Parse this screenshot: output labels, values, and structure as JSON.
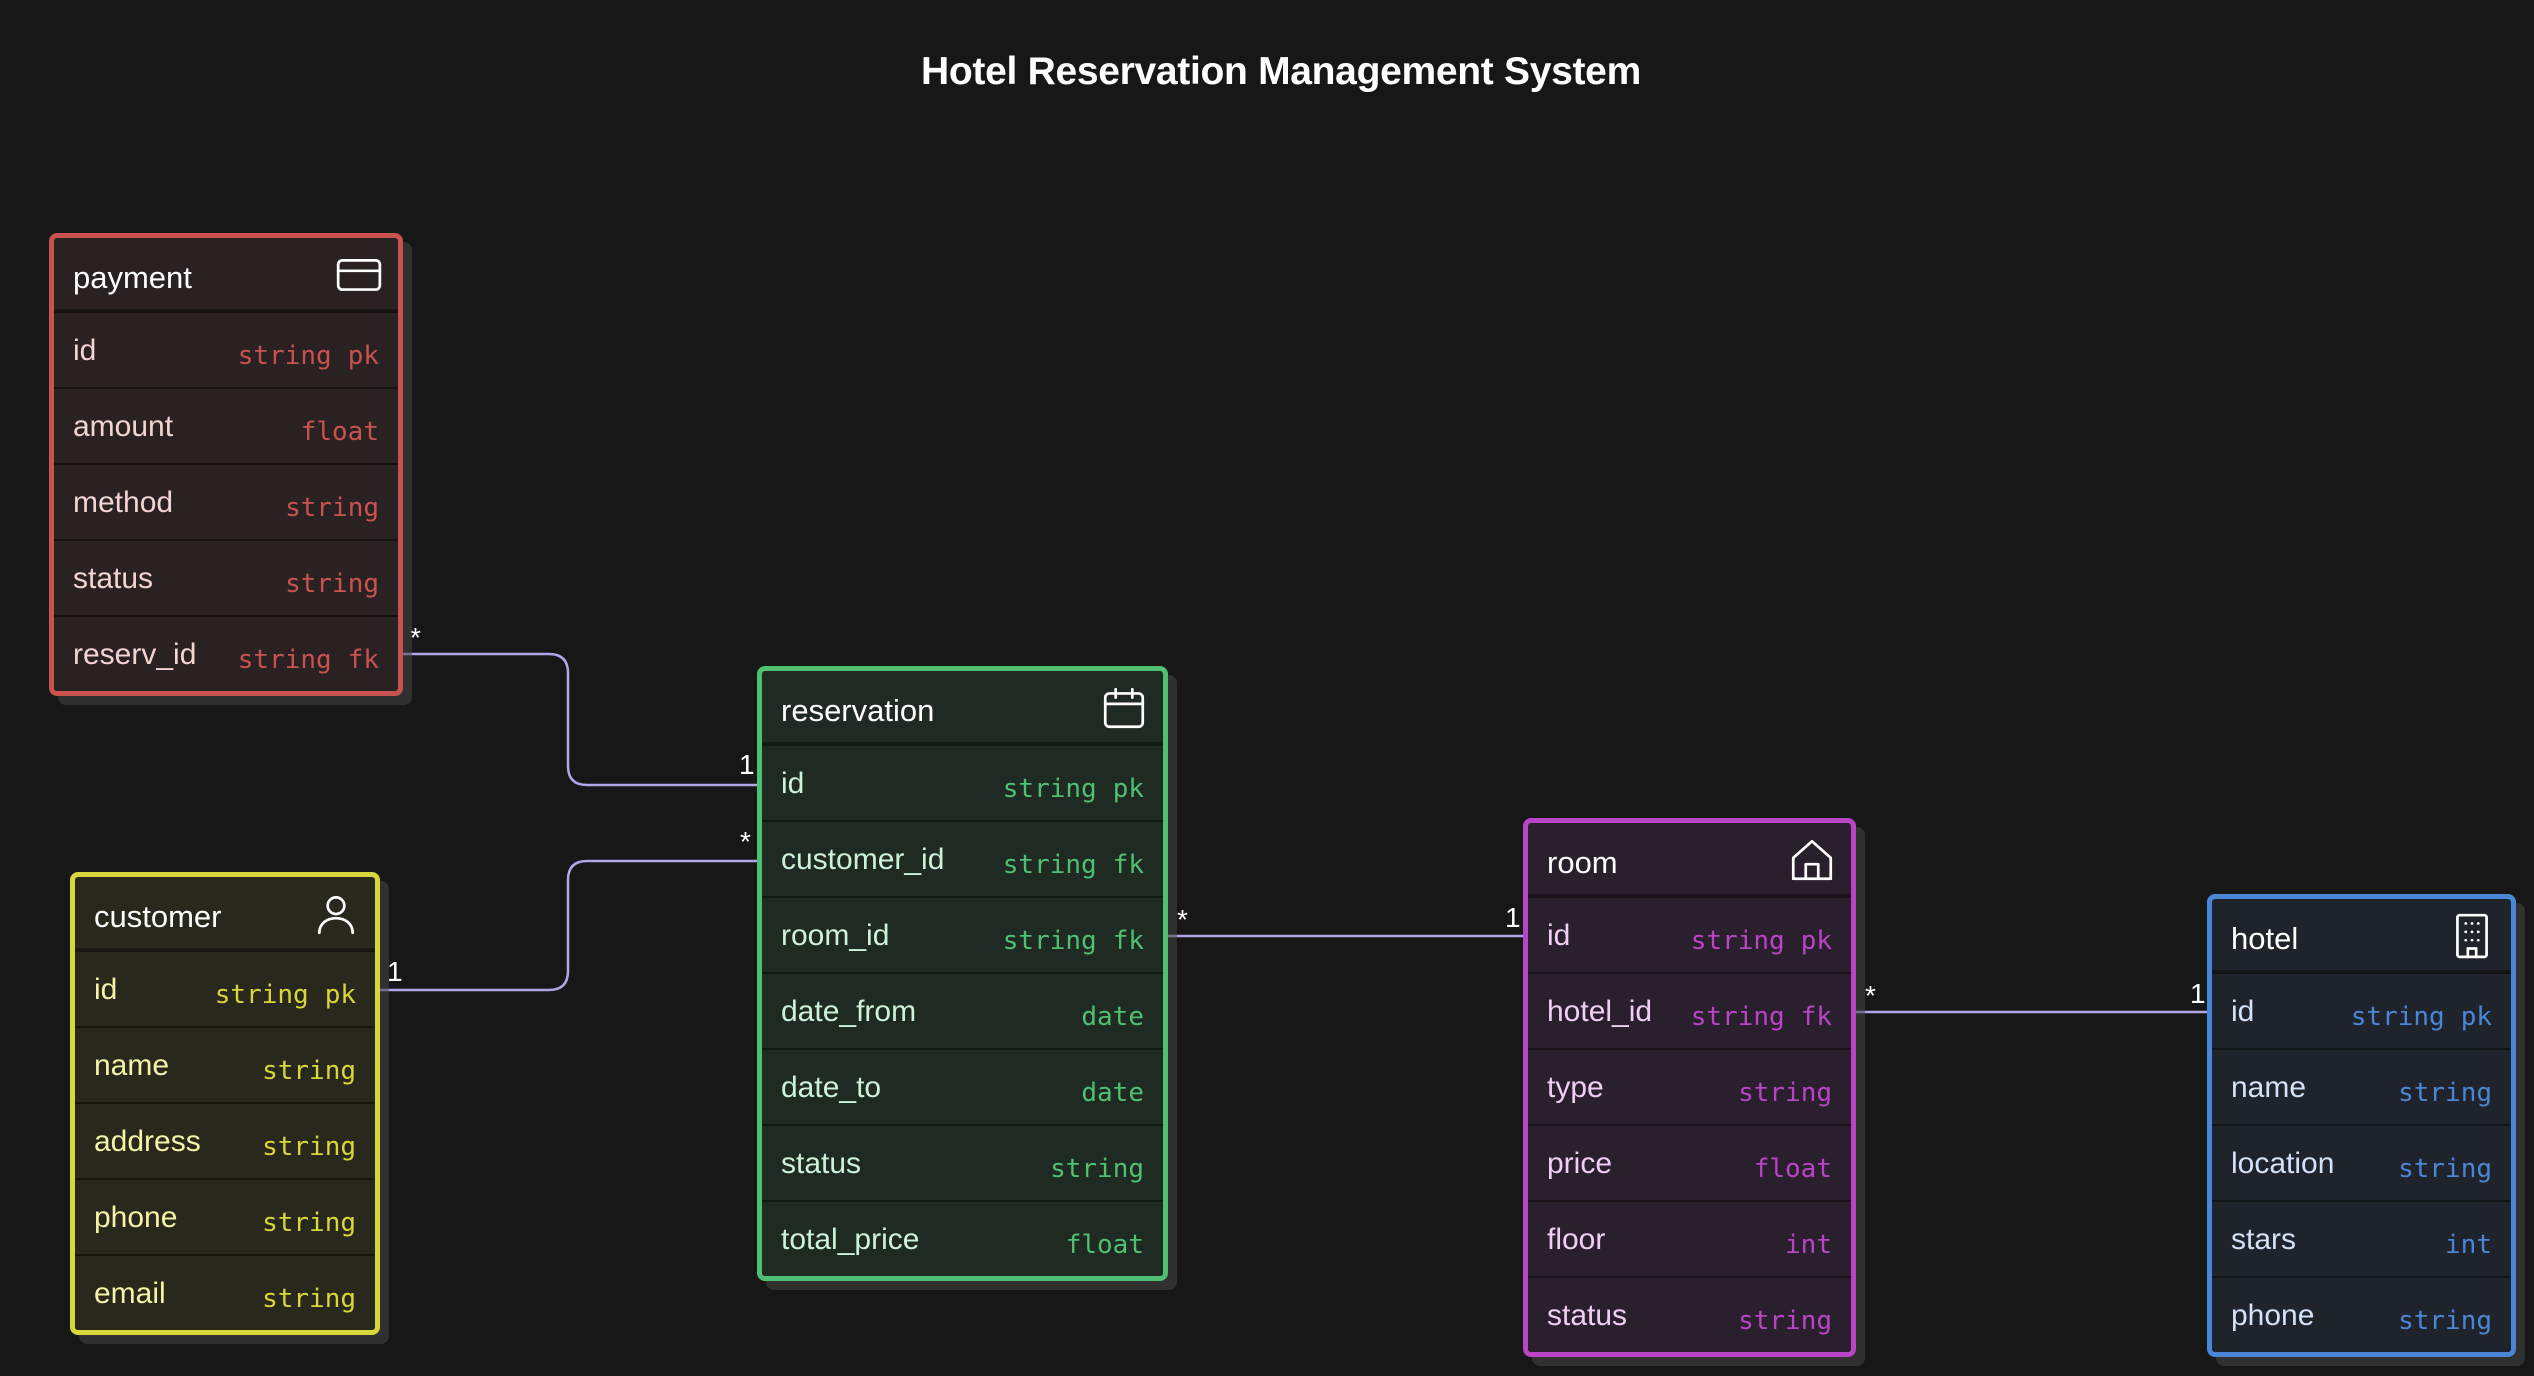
{
  "title": "Hotel Reservation Management System",
  "colors": {
    "background": "#171717",
    "edge": "#b1a6ea"
  },
  "entities": {
    "payment": {
      "name": "payment",
      "icon": "credit-card-icon",
      "color": "#c9524f",
      "body": "#2a2222",
      "text": "#f2d4d1",
      "fields": [
        {
          "name": "id",
          "type": "string",
          "key": "pk"
        },
        {
          "name": "amount",
          "type": "float",
          "key": ""
        },
        {
          "name": "method",
          "type": "string",
          "key": ""
        },
        {
          "name": "status",
          "type": "string",
          "key": ""
        },
        {
          "name": "reserv_id",
          "type": "string",
          "key": "fk"
        }
      ]
    },
    "customer": {
      "name": "customer",
      "icon": "user-icon",
      "color": "#d8d73a",
      "body": "#28281d",
      "text": "#f5f3a8",
      "fields": [
        {
          "name": "id",
          "type": "string",
          "key": "pk"
        },
        {
          "name": "name",
          "type": "string",
          "key": ""
        },
        {
          "name": "address",
          "type": "string",
          "key": ""
        },
        {
          "name": "phone",
          "type": "string",
          "key": ""
        },
        {
          "name": "email",
          "type": "string",
          "key": ""
        }
      ]
    },
    "reservation": {
      "name": "reservation",
      "icon": "calendar-icon",
      "color": "#4fbf72",
      "body": "#1f2a22",
      "text": "#cdf2d8",
      "fields": [
        {
          "name": "id",
          "type": "string",
          "key": "pk"
        },
        {
          "name": "customer_id",
          "type": "string",
          "key": "fk"
        },
        {
          "name": "room_id",
          "type": "string",
          "key": "fk"
        },
        {
          "name": "date_from",
          "type": "date",
          "key": ""
        },
        {
          "name": "date_to",
          "type": "date",
          "key": ""
        },
        {
          "name": "status",
          "type": "string",
          "key": ""
        },
        {
          "name": "total_price",
          "type": "float",
          "key": ""
        }
      ]
    },
    "room": {
      "name": "room",
      "icon": "home-icon",
      "color": "#b944c6",
      "body": "#2a1f2c",
      "text": "#f0cff4",
      "fields": [
        {
          "name": "id",
          "type": "string",
          "key": "pk"
        },
        {
          "name": "hotel_id",
          "type": "string",
          "key": "fk"
        },
        {
          "name": "type",
          "type": "string",
          "key": ""
        },
        {
          "name": "price",
          "type": "float",
          "key": ""
        },
        {
          "name": "floor",
          "type": "int",
          "key": ""
        },
        {
          "name": "status",
          "type": "string",
          "key": ""
        }
      ]
    },
    "hotel": {
      "name": "hotel",
      "icon": "building-icon",
      "color": "#4a86d6",
      "body": "#1f232b",
      "text": "#d3e2f6",
      "fields": [
        {
          "name": "id",
          "type": "string",
          "key": "pk"
        },
        {
          "name": "name",
          "type": "string",
          "key": ""
        },
        {
          "name": "location",
          "type": "string",
          "key": ""
        },
        {
          "name": "stars",
          "type": "int",
          "key": ""
        },
        {
          "name": "phone",
          "type": "string",
          "key": ""
        }
      ]
    }
  },
  "relations": [
    {
      "from": "payment.reserv_id",
      "to": "reservation.id",
      "from_card": "*",
      "to_card": "1"
    },
    {
      "from": "reservation.customer_id",
      "to": "customer.id",
      "from_card": "*",
      "to_card": "1"
    },
    {
      "from": "reservation.room_id",
      "to": "room.id",
      "from_card": "*",
      "to_card": "1"
    },
    {
      "from": "room.hotel_id",
      "to": "hotel.id",
      "from_card": "*",
      "to_card": "1"
    }
  ]
}
